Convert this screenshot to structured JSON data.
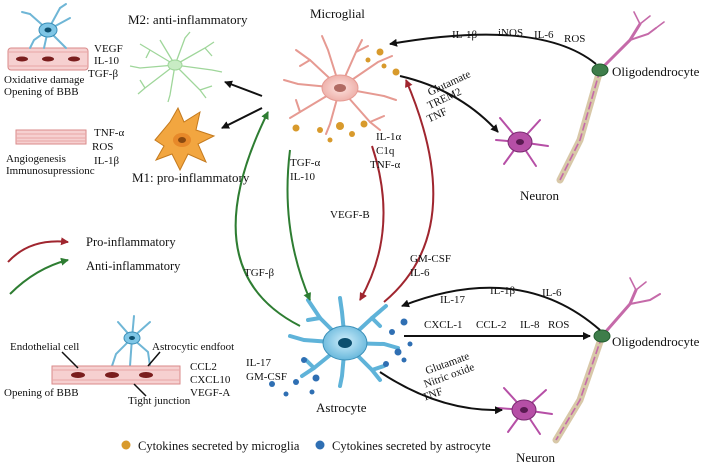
{
  "colors": {
    "pro_inflammatory": "#a0262f",
    "anti_inflammatory": "#2e7d32",
    "neutral_arrow": "#111111",
    "microglia_cytokine": "#d89a2c",
    "astrocyte_cytokine": "#2f6fb3",
    "microglial_cell": "#f2b8b2",
    "m1_cell": "#f2a640",
    "m2_cell": "#b9e3b5",
    "astrocyte_cell": "#7fc6e6",
    "neuron_cell": "#b64fa6",
    "oligodendrocyte_cell": "#c56aa9",
    "vessel": "#e8a6a6"
  },
  "icons": [
    "microglia-cell-icon",
    "m2-microglia-icon",
    "m1-microglia-icon",
    "astrocyte-cell-icon",
    "neuron-icon",
    "oligodendrocyte-icon",
    "blood-vessel-icon"
  ],
  "labels": {
    "microglial": "Microglial",
    "m2": "M2: anti-inflammatory",
    "m1": "M1: pro-inflammatory",
    "astrocyte": "Astrocyte",
    "oligo_top": "Oligodendrocyte",
    "oligo_bottom": "Oligodendrocyte",
    "neuron_top": "Neuron",
    "neuron_bottom": "Neuron"
  },
  "top_left": {
    "factors": [
      "VEGF",
      "IL-10",
      "TGF-β"
    ],
    "captions": [
      "Oxidative damage",
      "Opening of BBB"
    ]
  },
  "m1_panel": {
    "factors": [
      "TNF-α",
      "ROS",
      "IL-1β"
    ],
    "captions": [
      "Angiogenesis",
      "Immunosupressionc"
    ]
  },
  "oligo_to_microglia": [
    "IL-1β",
    "iNOS",
    "IL-6",
    "ROS"
  ],
  "microglia_to_neuron": [
    "Glutamate",
    "TREM2",
    "TNF"
  ],
  "microglia_to_astrocyte_anti": [
    "TGF-α",
    "IL-10"
  ],
  "microglia_to_astrocyte_pro": [
    "IL-1α",
    "C1q",
    "TNF-α"
  ],
  "vegf_b": "VEGF-B",
  "tgf_b": "TGF-β",
  "astrocyte_to_microglia": [
    "GM-CSF",
    "IL-6"
  ],
  "oligo_to_astrocyte": [
    "IL-17",
    "IL-1β",
    "IL-6"
  ],
  "astrocyte_to_oligo": [
    "CXCL-1",
    "CCL-2",
    "IL-8",
    "ROS"
  ],
  "astrocyte_to_neuron": [
    "Glutamate",
    "Nitric oxide",
    "TNF"
  ],
  "astrocyte_left": [
    "IL-17",
    "GM-CSF"
  ],
  "bottom_left": {
    "endothelial": "Endothelial cell",
    "endfoot": "Astrocytic endfoot",
    "tight_junction": "Tight junction",
    "opening": "Opening of BBB",
    "factors": [
      "CCL2",
      "CXCL10",
      "VEGF-A"
    ]
  },
  "legend": {
    "pro": "Pro-inflammatory",
    "anti": "Anti-inflammatory",
    "microglia_cytokines": "Cytokines secreted by microglia",
    "astrocyte_cytokines": "Cytokines secreted by astrocyte"
  }
}
